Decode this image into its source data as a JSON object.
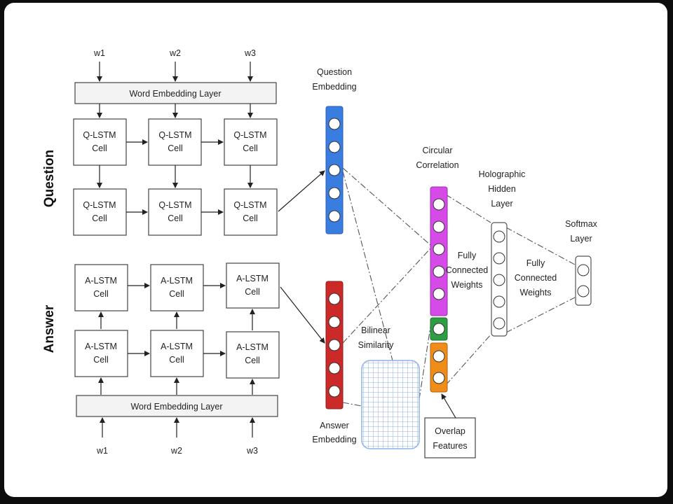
{
  "sections": {
    "question": "Question",
    "answer": "Answer"
  },
  "question_inputs": [
    "w1",
    "w2",
    "w3"
  ],
  "answer_inputs": [
    "w1",
    "w2",
    "w3"
  ],
  "question_embedding_layer": "Word Embedding Layer",
  "answer_embedding_layer": "Word Embedding Layer",
  "q_cell_lines": [
    "Q-LSTM",
    "Cell"
  ],
  "a_cell_lines": [
    "A-LSTM",
    "Cell"
  ],
  "question_embedding": [
    "Question",
    "Embedding"
  ],
  "answer_embedding": [
    "Answer",
    "Embedding"
  ],
  "circular_correlation": [
    "Circular",
    "Correlation"
  ],
  "fully_connected_1": [
    "Fully",
    "Connected",
    "Weights"
  ],
  "holographic_hidden_layer": [
    "Holographic",
    "Hidden",
    "Layer"
  ],
  "fully_connected_2": [
    "Fully",
    "Connected",
    "Weights"
  ],
  "softmax_layer": [
    "Softmax",
    "Layer"
  ],
  "bilinear_similarity": [
    "Bilinear",
    "Similarity"
  ],
  "overlap_features": [
    "Overlap",
    "Features"
  ],
  "colors": {
    "question_embedding": "#3a7de0",
    "answer_embedding": "#cc2929",
    "circular_correlation": "#d64be8",
    "similarity_node": "#2e9e44",
    "overlap_nodes": "#f08c1a",
    "bilinear_grid": "#8fb2e8"
  }
}
